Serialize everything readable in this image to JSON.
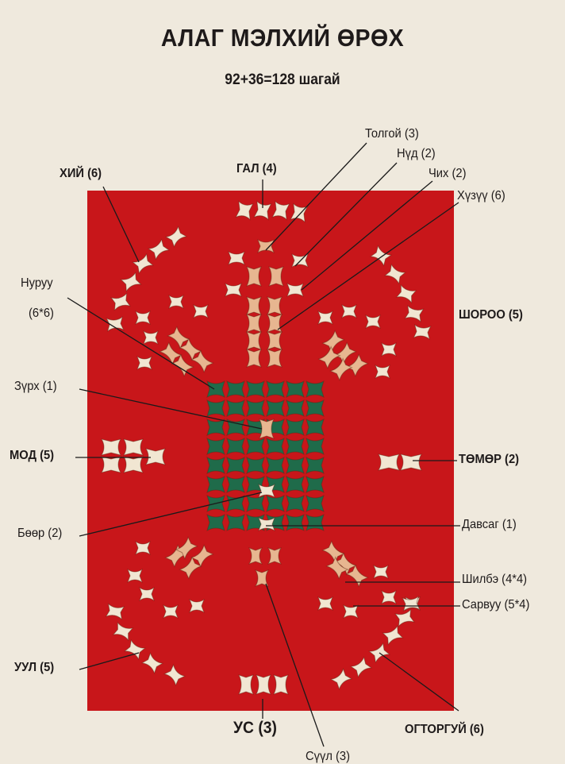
{
  "title": "АЛАГ МЭЛХИЙ ӨРӨХ",
  "subtitle": "92+36=128 шагай",
  "labels": {
    "tolgoi": "Толгой (3)",
    "nud": "Нүд (2)",
    "chikh": "Чих (2)",
    "khuzuu": "Хүзүү (6)",
    "khii": "ХИЙ (6)",
    "gal": "ГАЛ (4)",
    "nuruu_1": "Нуруу",
    "nuruu_2": "(6*6)",
    "shoroo": "ШОРОО (5)",
    "zurkh": "Зүрх (1)",
    "mod": "МОД (5)",
    "tomor": "ТӨМӨР (2)",
    "boor": "Бөөр (2)",
    "davsag": "Давсаг (1)",
    "shilbe": "Шилбэ (4*4)",
    "sarvuu": "Сарвуу (5*4)",
    "uul": "УУЛ (5)",
    "us": "УС (3)",
    "ogtorgui": "ОГТОРГУЙ (6)",
    "suul": "Сүүл (3)"
  },
  "colors": {
    "background": "#efe9dd",
    "board": "#c8161a",
    "green_bones": "#1f6b4a",
    "white_bones": "#f1e6d2",
    "orange_bones": "#e7b690"
  }
}
